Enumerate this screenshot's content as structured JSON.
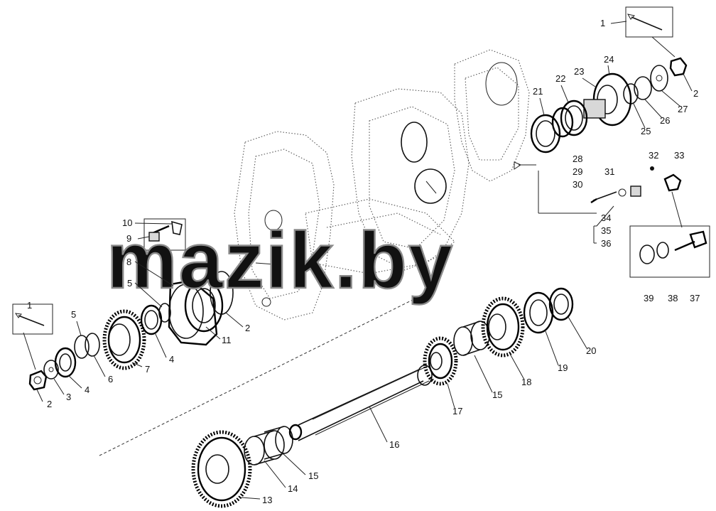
{
  "watermark": "mazik.by",
  "labels": {
    "l1a": "1",
    "l2a": "2",
    "l3": "3",
    "l4a": "4",
    "l5a": "5",
    "l6": "6",
    "l7": "7",
    "l4b": "4",
    "l5b": "5",
    "l8": "8",
    "l9": "9",
    "l10": "10",
    "l11": "11",
    "l2b": "2",
    "l13": "13",
    "l14": "14",
    "l15a": "15",
    "l16": "16",
    "l17": "17",
    "l15b": "15",
    "l18": "18",
    "l19": "19",
    "l20": "20",
    "l21": "21",
    "l22": "22",
    "l23": "23",
    "l24": "24",
    "l25": "25",
    "l26": "26",
    "l27": "27",
    "l1b": "1",
    "l2c": "2",
    "l28": "28",
    "l29": "29",
    "l30": "30",
    "l31": "31",
    "l32": "32",
    "l33": "33",
    "l34": "34",
    "l35": "35",
    "l36": "36",
    "l37": "37",
    "l38": "38",
    "l39": "39"
  }
}
